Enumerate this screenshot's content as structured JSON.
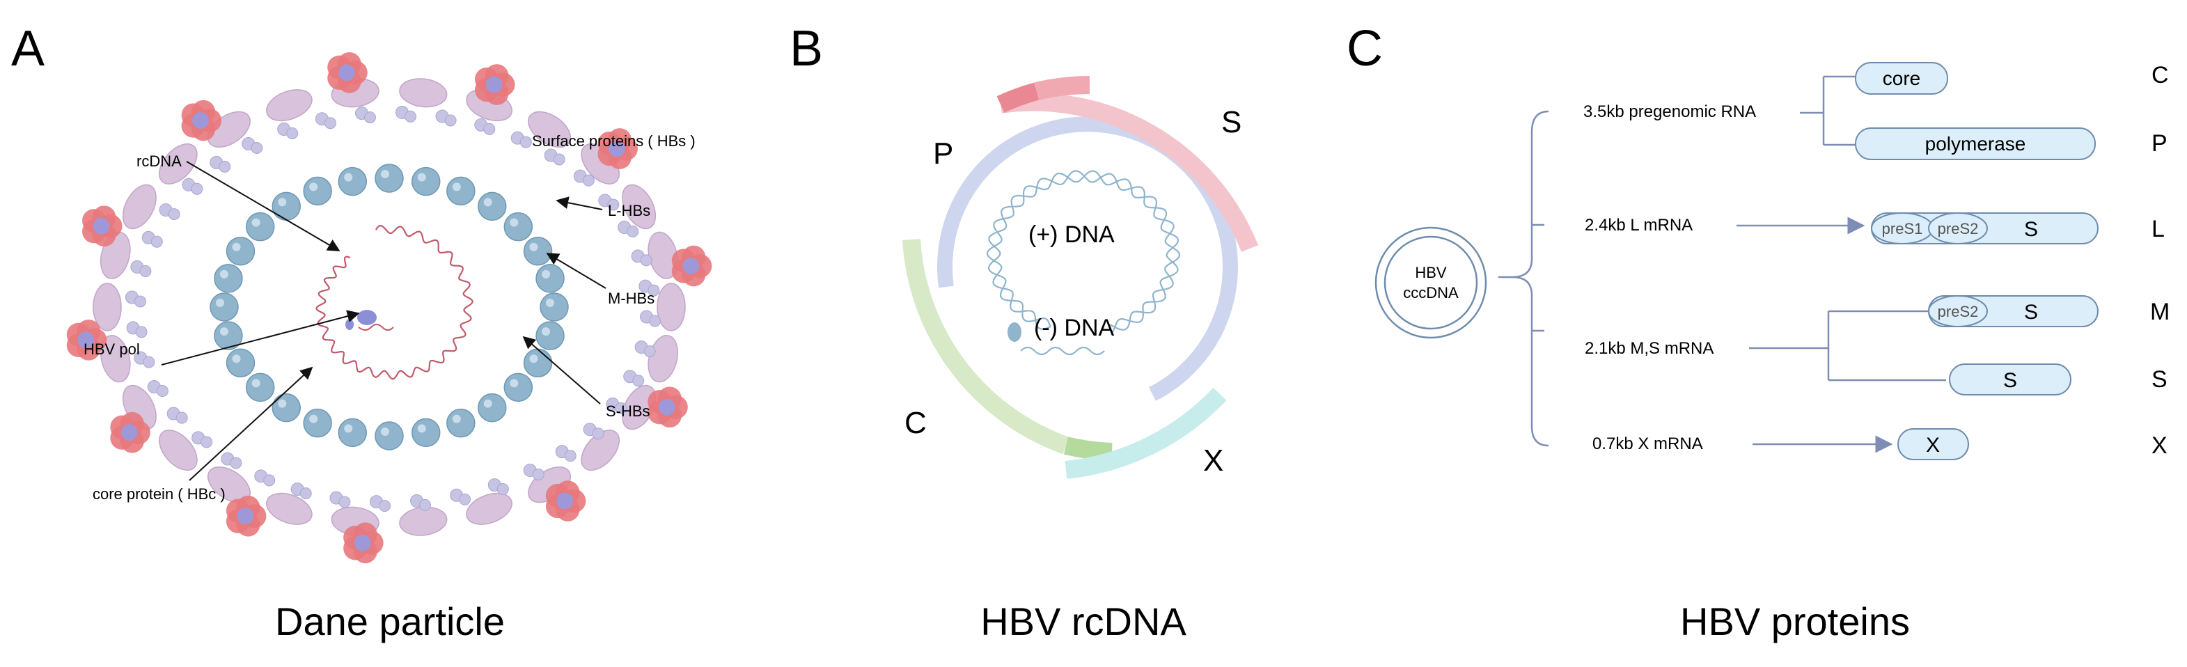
{
  "panel_a": {
    "letter": "A",
    "caption": "Dane particle",
    "labels": {
      "rcdna": "rcDNA",
      "surface": "Surface proteins ( HBs )",
      "l_hbs": "L-HBs",
      "m_hbs": "M-HBs",
      "s_hbs": "S-HBs",
      "hbv_pol": "HBV pol",
      "core": "core protein ( HBc )"
    }
  },
  "panel_b": {
    "letter": "B",
    "caption": "HBV rcDNA",
    "labels": {
      "p": "P",
      "s": "S",
      "c": "C",
      "x": "X",
      "plus_dna": "(+) DNA",
      "minus_dna": "(-) DNA"
    }
  },
  "panel_c": {
    "letter": "C",
    "caption": "HBV proteins",
    "cccdna": [
      "HBV",
      "cccDNA"
    ],
    "mrnas": {
      "pg": "3.5kb pregenomic RNA",
      "l": "2.4kb L mRNA",
      "ms": "2.1kb M,S mRNA",
      "x": "0.7kb X mRNA"
    },
    "proteins": {
      "core": "core",
      "polymerase": "polymerase",
      "pres1": "preS1",
      "pres2": "preS2",
      "s": "S",
      "x": "X"
    },
    "letters": [
      "C",
      "P",
      "L",
      "M",
      "S",
      "X"
    ]
  },
  "colors": {
    "core_protein": "#8fb4cc",
    "surface_red": "#e8787c",
    "surface_lilac": "#d8c2dc",
    "bead": "#c6c4e2",
    "dna": "#c05a6a",
    "helix": "#8fb4cc",
    "arc_p": "#cdd6ee",
    "arc_s": "#f4c4cc",
    "arc_c": "#d7e9c6",
    "arc_x": "#c6ecec",
    "protein_fill": "#dceef9",
    "protein_stroke": "#6f8cad",
    "tree": "#7f8db5"
  }
}
